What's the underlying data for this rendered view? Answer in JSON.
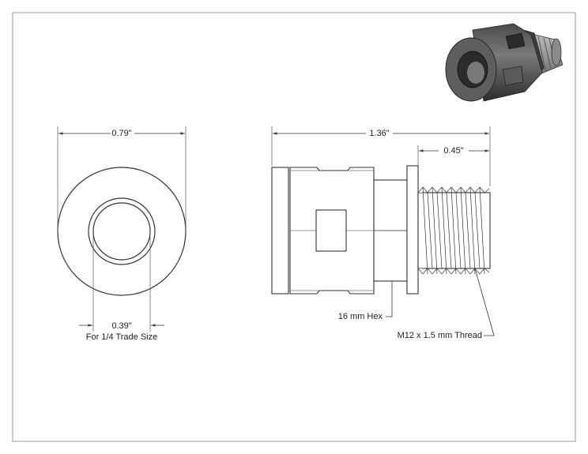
{
  "dimensions": {
    "front_outer_diameter": "0.79\"",
    "front_inner_diameter": "0.39\"",
    "inner_note": "For 1/4 Trade Size",
    "overall_length": "1.36\"",
    "thread_length": "0.45\""
  },
  "callouts": {
    "hex": "16 mm Hex",
    "thread": "M12 x 1.5 mm Thread"
  }
}
